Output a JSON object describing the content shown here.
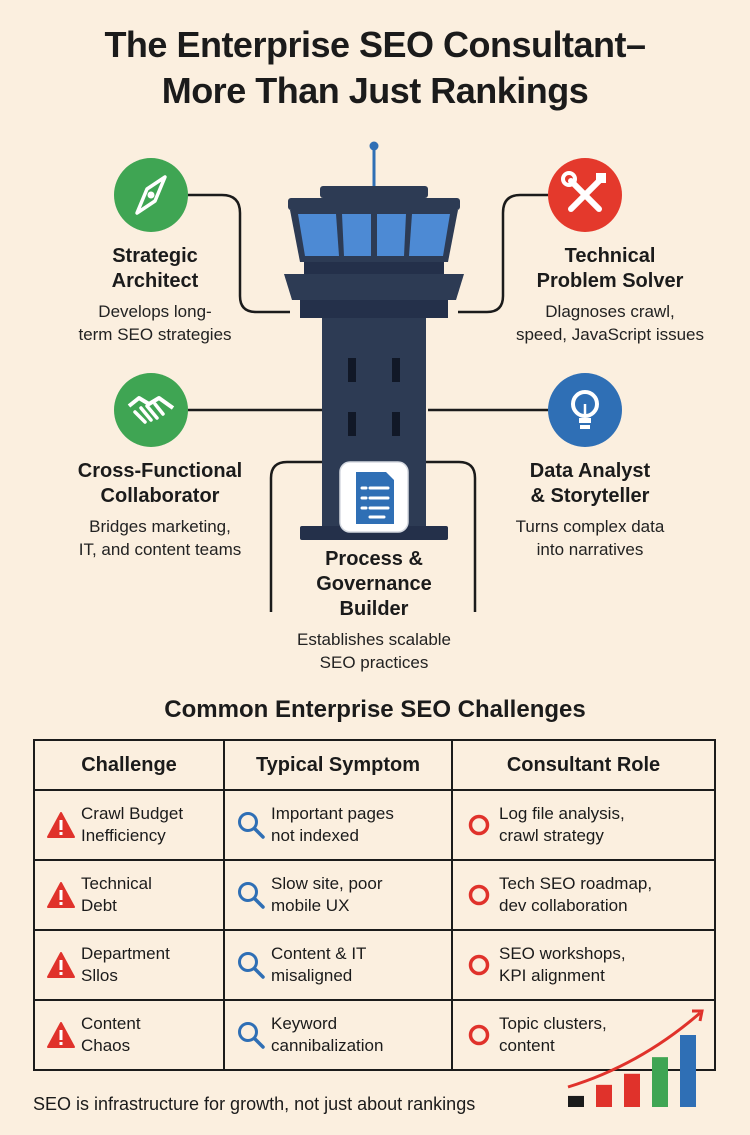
{
  "title": {
    "line1": "The Enterprise SEO Consultant–",
    "line2": "More Than Just Rankings"
  },
  "roles": [
    {
      "id": "strategic",
      "icon": "compass-icon",
      "color": "#3fa553",
      "name": [
        "Strategic",
        "Architect"
      ],
      "desc": [
        "Develops long-",
        "term SEO strategies"
      ]
    },
    {
      "id": "technical",
      "icon": "tools-icon",
      "color": "#e4392c",
      "name": [
        "Technical",
        "Problem Solver"
      ],
      "desc": [
        "Dlagnoses crawl,",
        "speed, JavaScript issues"
      ]
    },
    {
      "id": "collab",
      "icon": "handshake-icon",
      "color": "#3fa553",
      "name": [
        "Cross-Functional",
        "Collaborator"
      ],
      "desc": [
        "Bridges marketing,",
        "IT, and content teams"
      ]
    },
    {
      "id": "data",
      "icon": "lightbulb-icon",
      "color": "#2f6fb5",
      "name": [
        "Data Analyst",
        "& Storyteller"
      ],
      "desc": [
        "Turns complex data",
        "into narratives"
      ]
    },
    {
      "id": "process",
      "icon": "document-checklist-icon",
      "color": "#2f6fb5",
      "name": [
        "Process &",
        "Governance",
        "Builder"
      ],
      "desc": [
        "Establishes scalable",
        "SEO practices"
      ]
    }
  ],
  "table": {
    "title": "Common Enterprise SEO Challenges",
    "headers": [
      "Challenge",
      "Typical Symptom",
      "Consultant Role"
    ],
    "rows": [
      {
        "challenge": [
          "Crawl Budget",
          "Inefficiency"
        ],
        "symptom": [
          "Important pages",
          "not indexed"
        ],
        "role": [
          "Log file analysis,",
          "crawl strategy"
        ]
      },
      {
        "challenge": [
          "Technical",
          "Debt"
        ],
        "symptom": [
          "Slow site, poor",
          "mobile UX"
        ],
        "role": [
          "Tech SEO roadmap,",
          "dev collaboration"
        ]
      },
      {
        "challenge": [
          "Department",
          "Sllos"
        ],
        "symptom": [
          "Content & IT",
          "misaligned"
        ],
        "role": [
          "SEO workshops,",
          "KPI alignment"
        ]
      },
      {
        "challenge": [
          "Content",
          "Chaos"
        ],
        "symptom": [
          "Keyword",
          "cannibalization"
        ],
        "role": [
          "Topic clusters,",
          "content"
        ]
      }
    ],
    "icons": {
      "challenge": "warning-icon",
      "symptom": "magnifier-icon",
      "role": "red-ring-icon"
    },
    "colors": {
      "warning": "#e0322b",
      "magnifier": "#2f6fb5",
      "ring": "#e0322b"
    }
  },
  "footer": "SEO is infrastructure for growth, not just about rankings",
  "growth_bars": {
    "values": [
      1,
      2,
      3,
      4.5,
      6.5
    ],
    "colors": [
      "#1b1b1b",
      "#e0322b",
      "#e0322b",
      "#3fa553",
      "#2f6fb5"
    ],
    "icon": "growth-arrow-icon"
  }
}
